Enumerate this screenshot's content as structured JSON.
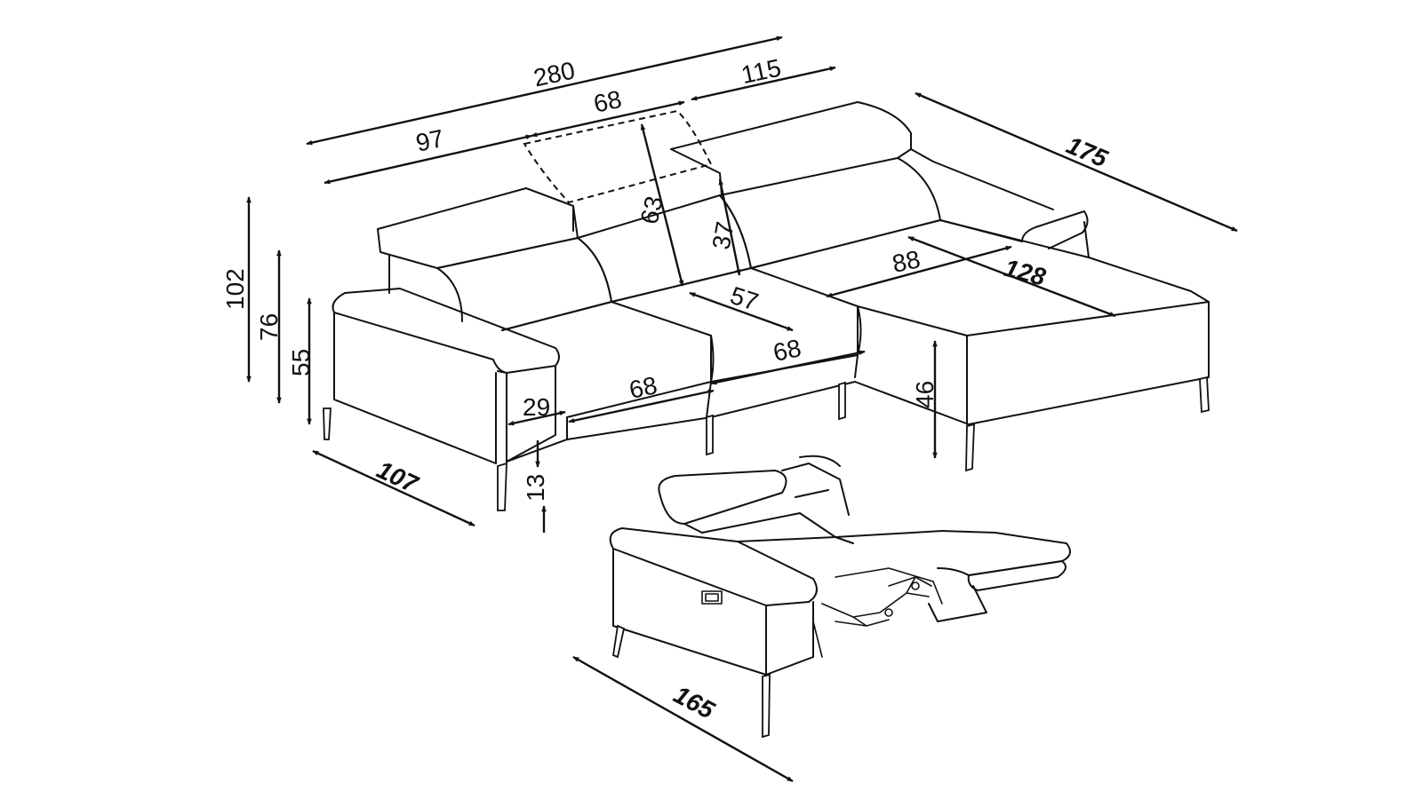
{
  "dimensions": {
    "total_width": "280",
    "seat_section_left": "97",
    "middle_seat": "68",
    "chaise_width": "115",
    "depth_chaise": "175",
    "headrest_extended_height": "63",
    "headrest_height": "37",
    "chaise_inner_depth": "88",
    "chaise_length": "128",
    "seat_depth": "57",
    "seat_width_1": "68",
    "seat_width_2": "68",
    "armrest_width": "29",
    "leg_height": "13",
    "seat_height": "46",
    "height_max": "102",
    "height_back": "76",
    "height_arm": "55",
    "depth_sofa": "107",
    "depth_reclined": "165"
  },
  "colors": {
    "line": "#111111",
    "background": "#ffffff"
  }
}
